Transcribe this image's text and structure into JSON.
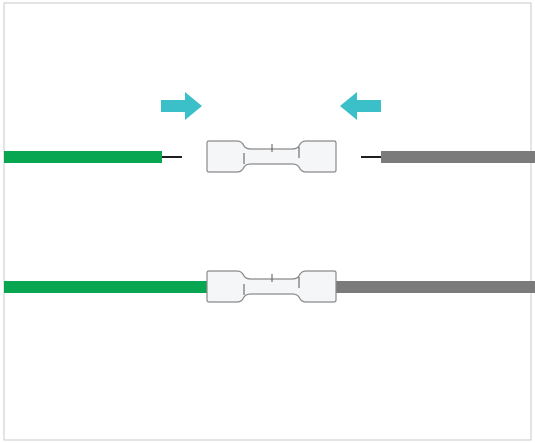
{
  "diagram": {
    "colors": {
      "background": "#ffffff",
      "frame": "#c8c8c8",
      "green_wire": "#08a650",
      "gray_wire": "#7b7b7b",
      "bare_conductor": "#1f1f1f",
      "connector_fill": "#f5f6f8",
      "connector_stroke": "#8a8a8a",
      "arrow": "#3bbfc9"
    },
    "steps": [
      {
        "state": "before-crimp",
        "left_wire": "green",
        "right_wire": "gray",
        "left_arrow": "arrow-right-icon",
        "right_arrow": "arrow-left-icon"
      },
      {
        "state": "after-crimp",
        "left_wire": "green",
        "right_wire": "gray"
      }
    ]
  }
}
